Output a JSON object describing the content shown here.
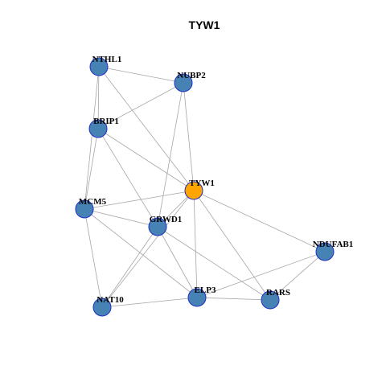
{
  "title": "TYW1",
  "colors": {
    "node_default": "#4682b4",
    "node_highlight": "#ffa500",
    "node_border": "#1f2fc4",
    "edge": "#a6a6a6"
  },
  "nodes": [
    {
      "id": "NTHL1",
      "label": "NTHL1",
      "highlight": false
    },
    {
      "id": "NUBP2",
      "label": "NUBP2",
      "highlight": false
    },
    {
      "id": "BRIP1",
      "label": "BRIP1",
      "highlight": false
    },
    {
      "id": "TYW1",
      "label": "TYW1",
      "highlight": true
    },
    {
      "id": "MCM5",
      "label": "MCM5",
      "highlight": false
    },
    {
      "id": "GRWD1",
      "label": "GRWD1",
      "highlight": false
    },
    {
      "id": "NDUFAB1",
      "label": "NDUFAB1",
      "highlight": false
    },
    {
      "id": "ELP3",
      "label": "ELP3",
      "highlight": false
    },
    {
      "id": "RARS",
      "label": "RARS",
      "highlight": false
    },
    {
      "id": "NAT10",
      "label": "NAT10",
      "highlight": false
    }
  ],
  "edges": [
    [
      "NTHL1",
      "NUBP2"
    ],
    [
      "NTHL1",
      "BRIP1"
    ],
    [
      "NTHL1",
      "TYW1"
    ],
    [
      "NTHL1",
      "MCM5"
    ],
    [
      "NUBP2",
      "BRIP1"
    ],
    [
      "NUBP2",
      "TYW1"
    ],
    [
      "NUBP2",
      "GRWD1"
    ],
    [
      "BRIP1",
      "TYW1"
    ],
    [
      "BRIP1",
      "MCM5"
    ],
    [
      "BRIP1",
      "GRWD1"
    ],
    [
      "TYW1",
      "MCM5"
    ],
    [
      "TYW1",
      "GRWD1"
    ],
    [
      "TYW1",
      "NDUFAB1"
    ],
    [
      "TYW1",
      "ELP3"
    ],
    [
      "TYW1",
      "RARS"
    ],
    [
      "TYW1",
      "NAT10"
    ],
    [
      "MCM5",
      "GRWD1"
    ],
    [
      "MCM5",
      "NAT10"
    ],
    [
      "MCM5",
      "ELP3"
    ],
    [
      "GRWD1",
      "NAT10"
    ],
    [
      "GRWD1",
      "ELP3"
    ],
    [
      "GRWD1",
      "RARS"
    ],
    [
      "NDUFAB1",
      "ELP3"
    ],
    [
      "NDUFAB1",
      "RARS"
    ],
    [
      "ELP3",
      "RARS"
    ],
    [
      "ELP3",
      "NAT10"
    ]
  ]
}
